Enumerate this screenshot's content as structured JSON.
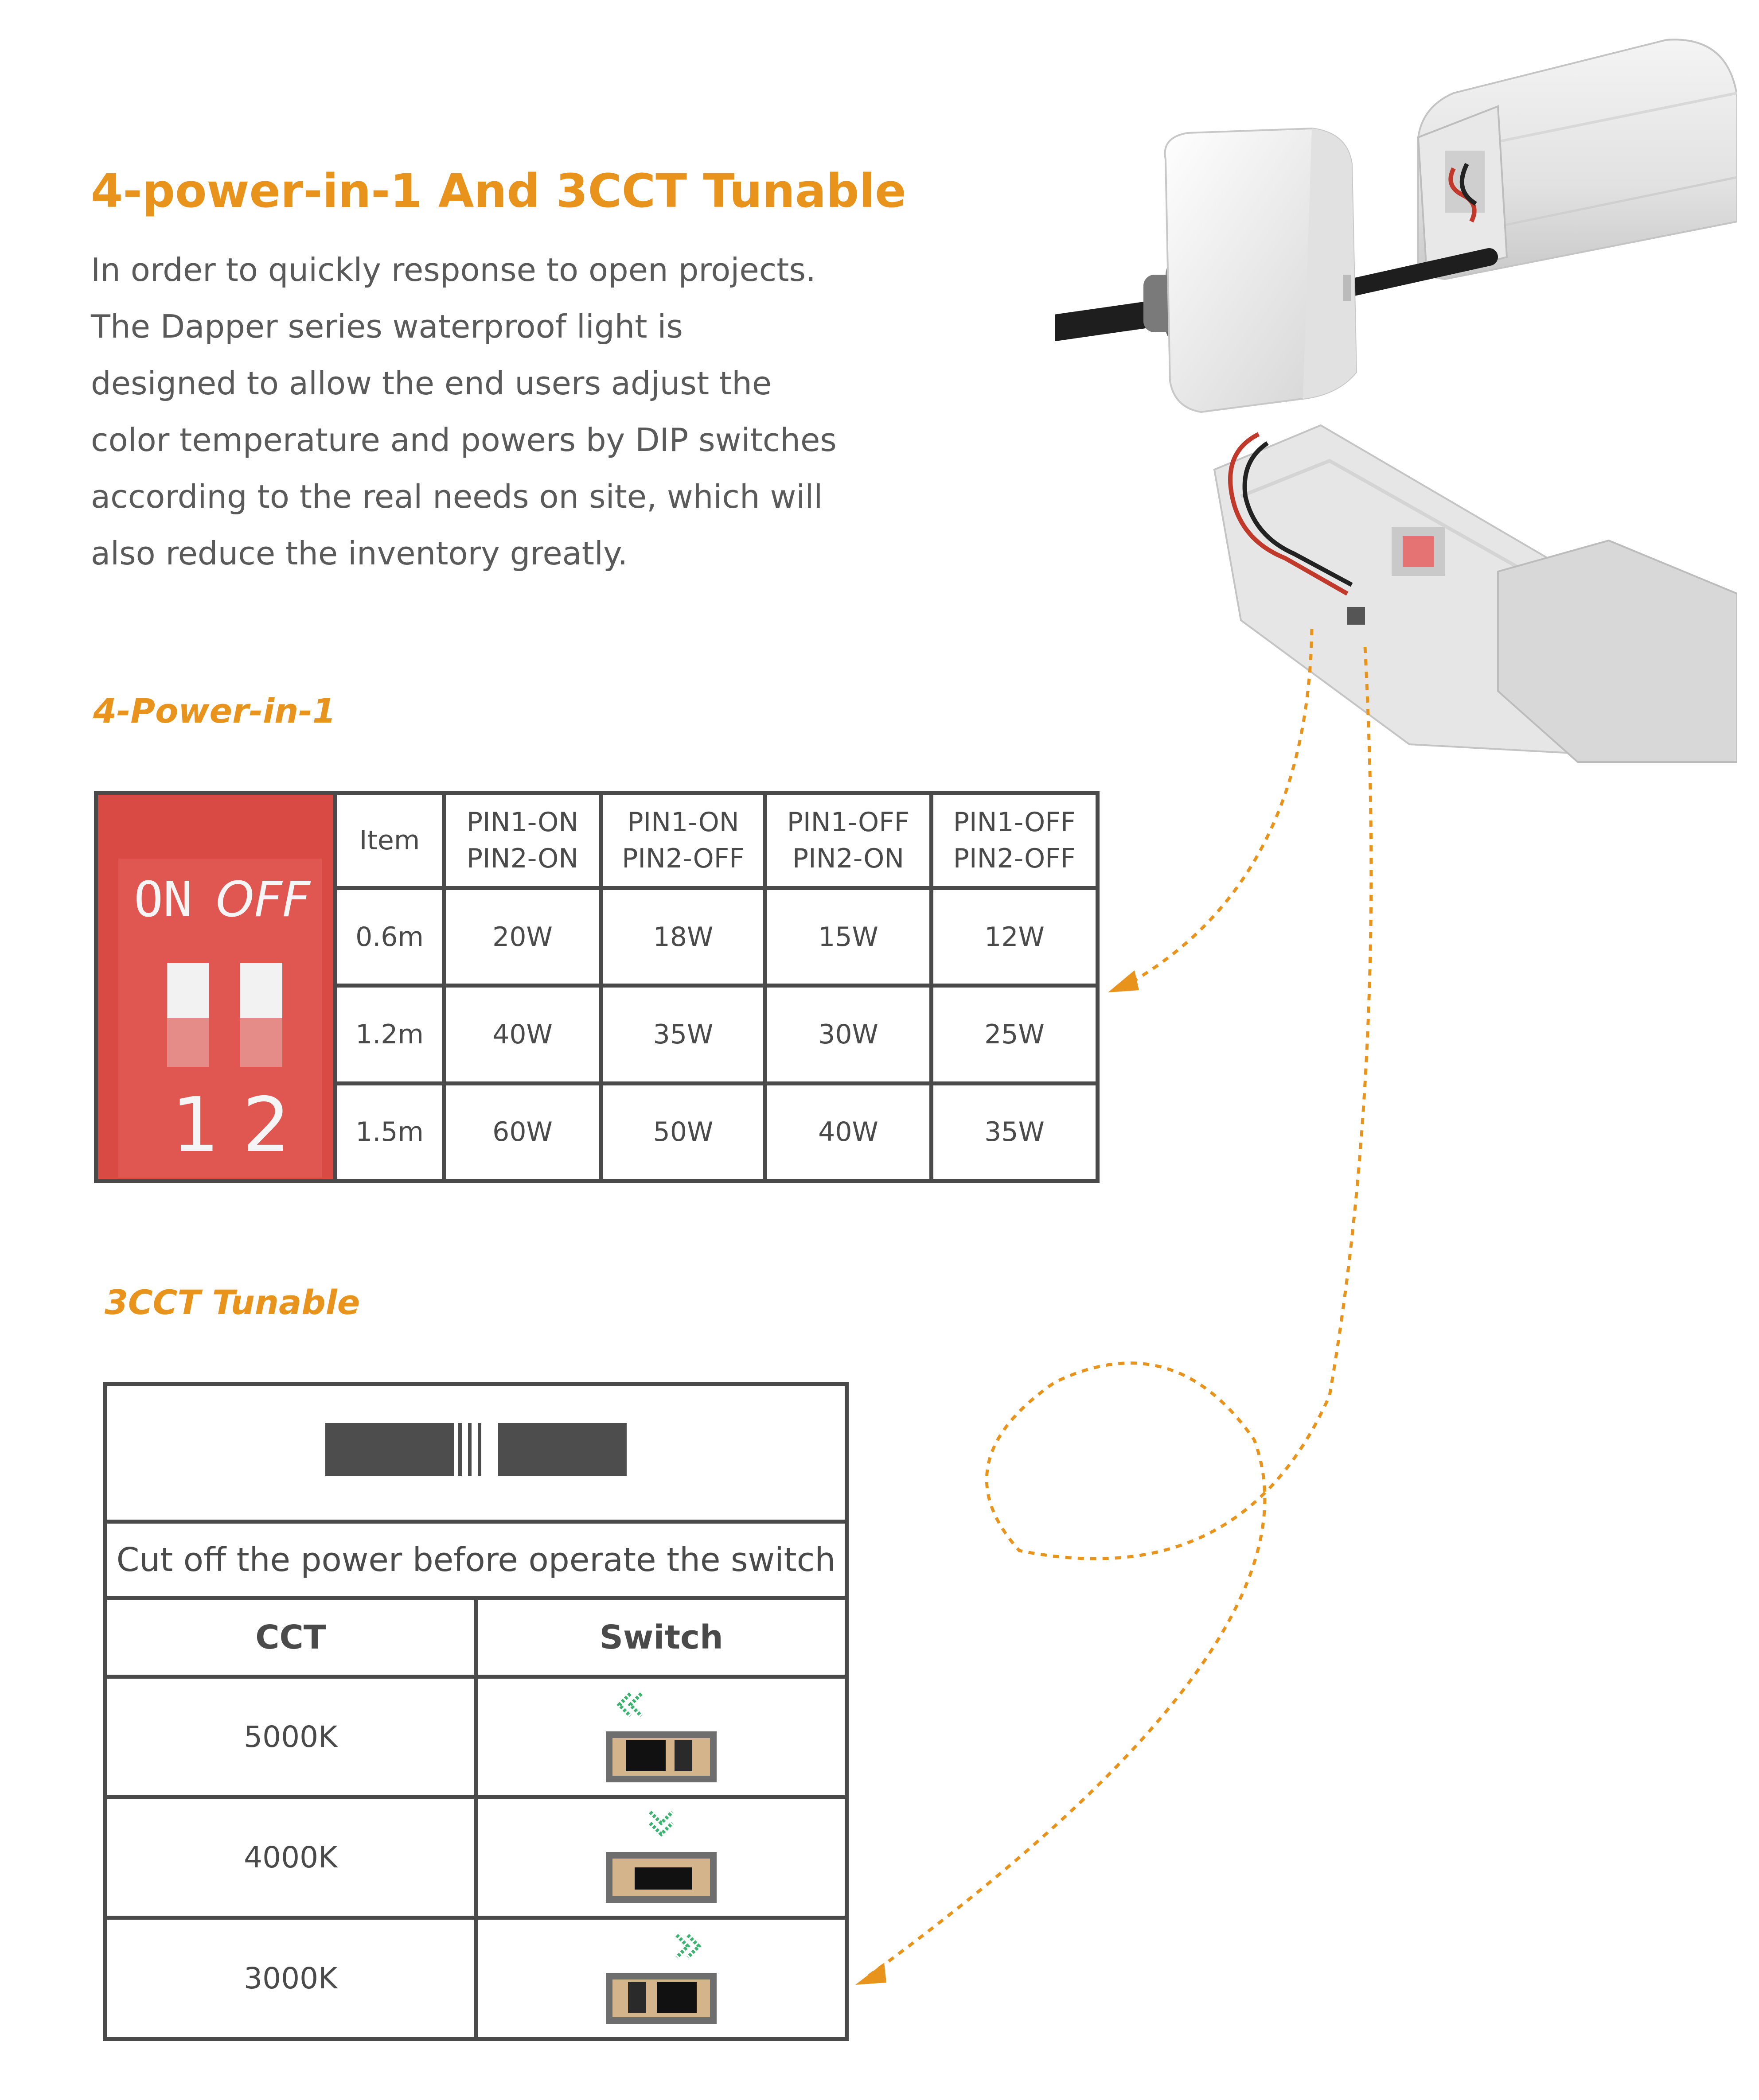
{
  "title": "4-power-in-1 And 3CCT Tunable",
  "intro_lines": [
    "In order to quickly response to open projects.",
    "The Dapper series waterproof light is",
    "designed to allow the end users adjust the",
    "color temperature and powers by DIP switches",
    "according to the real needs on site, which will",
    "also reduce the inventory greatly."
  ],
  "power_section": {
    "heading": "4-Power-in-1",
    "dip_switch": {
      "on_label": "ON",
      "off_label": "OFF",
      "numbers": [
        "1",
        "2"
      ],
      "color": "#d94a44"
    },
    "columns": [
      {
        "line1": "Item",
        "line2": ""
      },
      {
        "line1": "PIN1-ON",
        "line2": "PIN2-ON"
      },
      {
        "line1": "PIN1-ON",
        "line2": "PIN2-OFF"
      },
      {
        "line1": "PIN1-OFF",
        "line2": "PIN2-ON"
      },
      {
        "line1": "PIN1-OFF",
        "line2": "PIN2-OFF"
      }
    ],
    "rows": [
      [
        "0.6m",
        "20W",
        "18W",
        "15W",
        "12W"
      ],
      [
        "1.2m",
        "40W",
        "35W",
        "30W",
        "25W"
      ],
      [
        "1.5m",
        "60W",
        "50W",
        "40W",
        "35W"
      ]
    ]
  },
  "cct_section": {
    "heading": "3CCT Tunable",
    "warning": "Cut off the power before operate the switch",
    "columns": [
      "CCT",
      "Switch"
    ],
    "rows": [
      {
        "cct": "5000K",
        "switch_position": "left",
        "arrow": "chevrons-left-icon"
      },
      {
        "cct": "4000K",
        "switch_position": "center",
        "arrow": "chevrons-down-icon"
      },
      {
        "cct": "3000K",
        "switch_position": "right",
        "arrow": "chevrons-right-icon"
      }
    ],
    "arrow_color": "#3cb371"
  },
  "colors": {
    "accent": "#e8941c",
    "border": "#4a4a4a",
    "text": "#555555"
  }
}
